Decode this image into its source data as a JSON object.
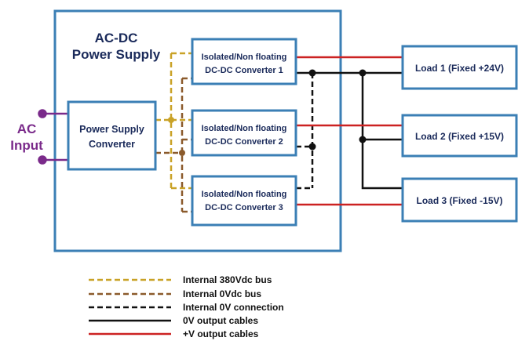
{
  "diagram": {
    "outer_block": {
      "title_line1": "AC-DC",
      "title_line2": "Power Supply"
    },
    "ac_input": {
      "line1": "AC",
      "line2": "Input"
    },
    "power_supply_converter": {
      "line1": "Power Supply",
      "line2": "Converter"
    },
    "converters": [
      {
        "line1": "Isolated/Non floating",
        "line2": "DC-DC Converter 1"
      },
      {
        "line1": "Isolated/Non floating",
        "line2": "DC-DC Converter 2"
      },
      {
        "line1": "Isolated/Non floating",
        "line2": "DC-DC Converter 3"
      }
    ],
    "loads": [
      {
        "label": "Load 1 (Fixed +24V)"
      },
      {
        "label": "Load 2 (Fixed +15V)"
      },
      {
        "label": "Load 3 (Fixed -15V)"
      }
    ]
  },
  "legend": [
    {
      "label": "Internal 380Vdc bus",
      "color": "#c9a227",
      "style": "dashed"
    },
    {
      "label": "Internal 0Vdc bus",
      "color": "#8b5a2b",
      "style": "dashed"
    },
    {
      "label": "Internal 0V connection",
      "color": "#111111",
      "style": "dashed"
    },
    {
      "label": "0V output cables",
      "color": "#111111",
      "style": "solid"
    },
    {
      "label": "+V output cables",
      "color": "#cc2222",
      "style": "solid"
    }
  ],
  "colors": {
    "box_border": "#3b7fb5",
    "box_fill": "#ffffff",
    "text_dark": "#1a2a5a",
    "ac_input": "#7a2a8a"
  }
}
